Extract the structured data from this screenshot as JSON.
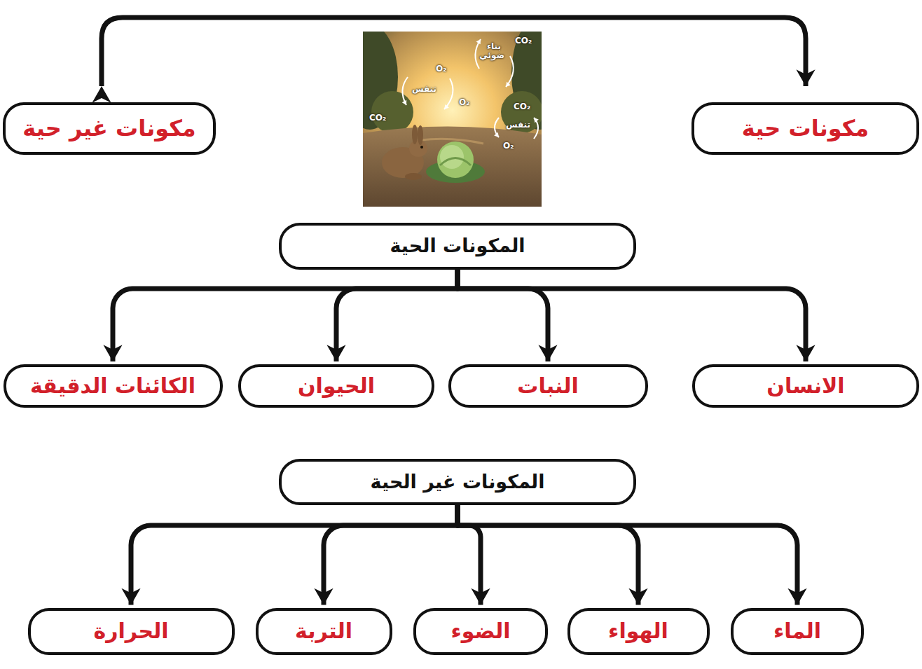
{
  "diagram": {
    "nodes": [
      {
        "text": [
          "مكونات حية"
        ]
      },
      {
        "text": [
          "مكونات  غير حية"
        ]
      },
      {
        "text": [
          "المكونات الحية"
        ]
      },
      {
        "text": [
          "الانسان"
        ]
      },
      {
        "text": [
          "النبات"
        ]
      },
      {
        "text": [
          "الحيوان"
        ]
      },
      {
        "text": [
          "الكائنات الدقيقة"
        ]
      },
      {
        "text": [
          "المكونات غير الحية"
        ]
      },
      {
        "text": [
          "الماء"
        ]
      },
      {
        "text": [
          "الهواء"
        ]
      },
      {
        "text": [
          "الضوء"
        ]
      },
      {
        "text": [
          "التربة"
        ]
      },
      {
        "text": [
          "الحرارة"
        ]
      }
    ],
    "edges": [
      {
        "from": 2,
        "to": 3,
        "arrow": "to"
      },
      {
        "from": 2,
        "to": 4,
        "arrow": "to"
      },
      {
        "from": 2,
        "to": 5,
        "arrow": "to"
      },
      {
        "from": 2,
        "to": 6,
        "arrow": "to"
      },
      {
        "from": 7,
        "to": 8,
        "arrow": "to"
      },
      {
        "from": 7,
        "to": 9,
        "arrow": "to"
      },
      {
        "from": 7,
        "to": 10,
        "arrow": "to"
      },
      {
        "from": 7,
        "to": 11,
        "arrow": "to"
      },
      {
        "from": 7,
        "to": 12,
        "arrow": "to"
      }
    ],
    "labels": [
      "O₂",
      "تنفس",
      "CO₂",
      "بناء ضوئي",
      "CO₂",
      "O₂",
      "CO₂",
      "تنفس",
      "O₂"
    ]
  }
}
